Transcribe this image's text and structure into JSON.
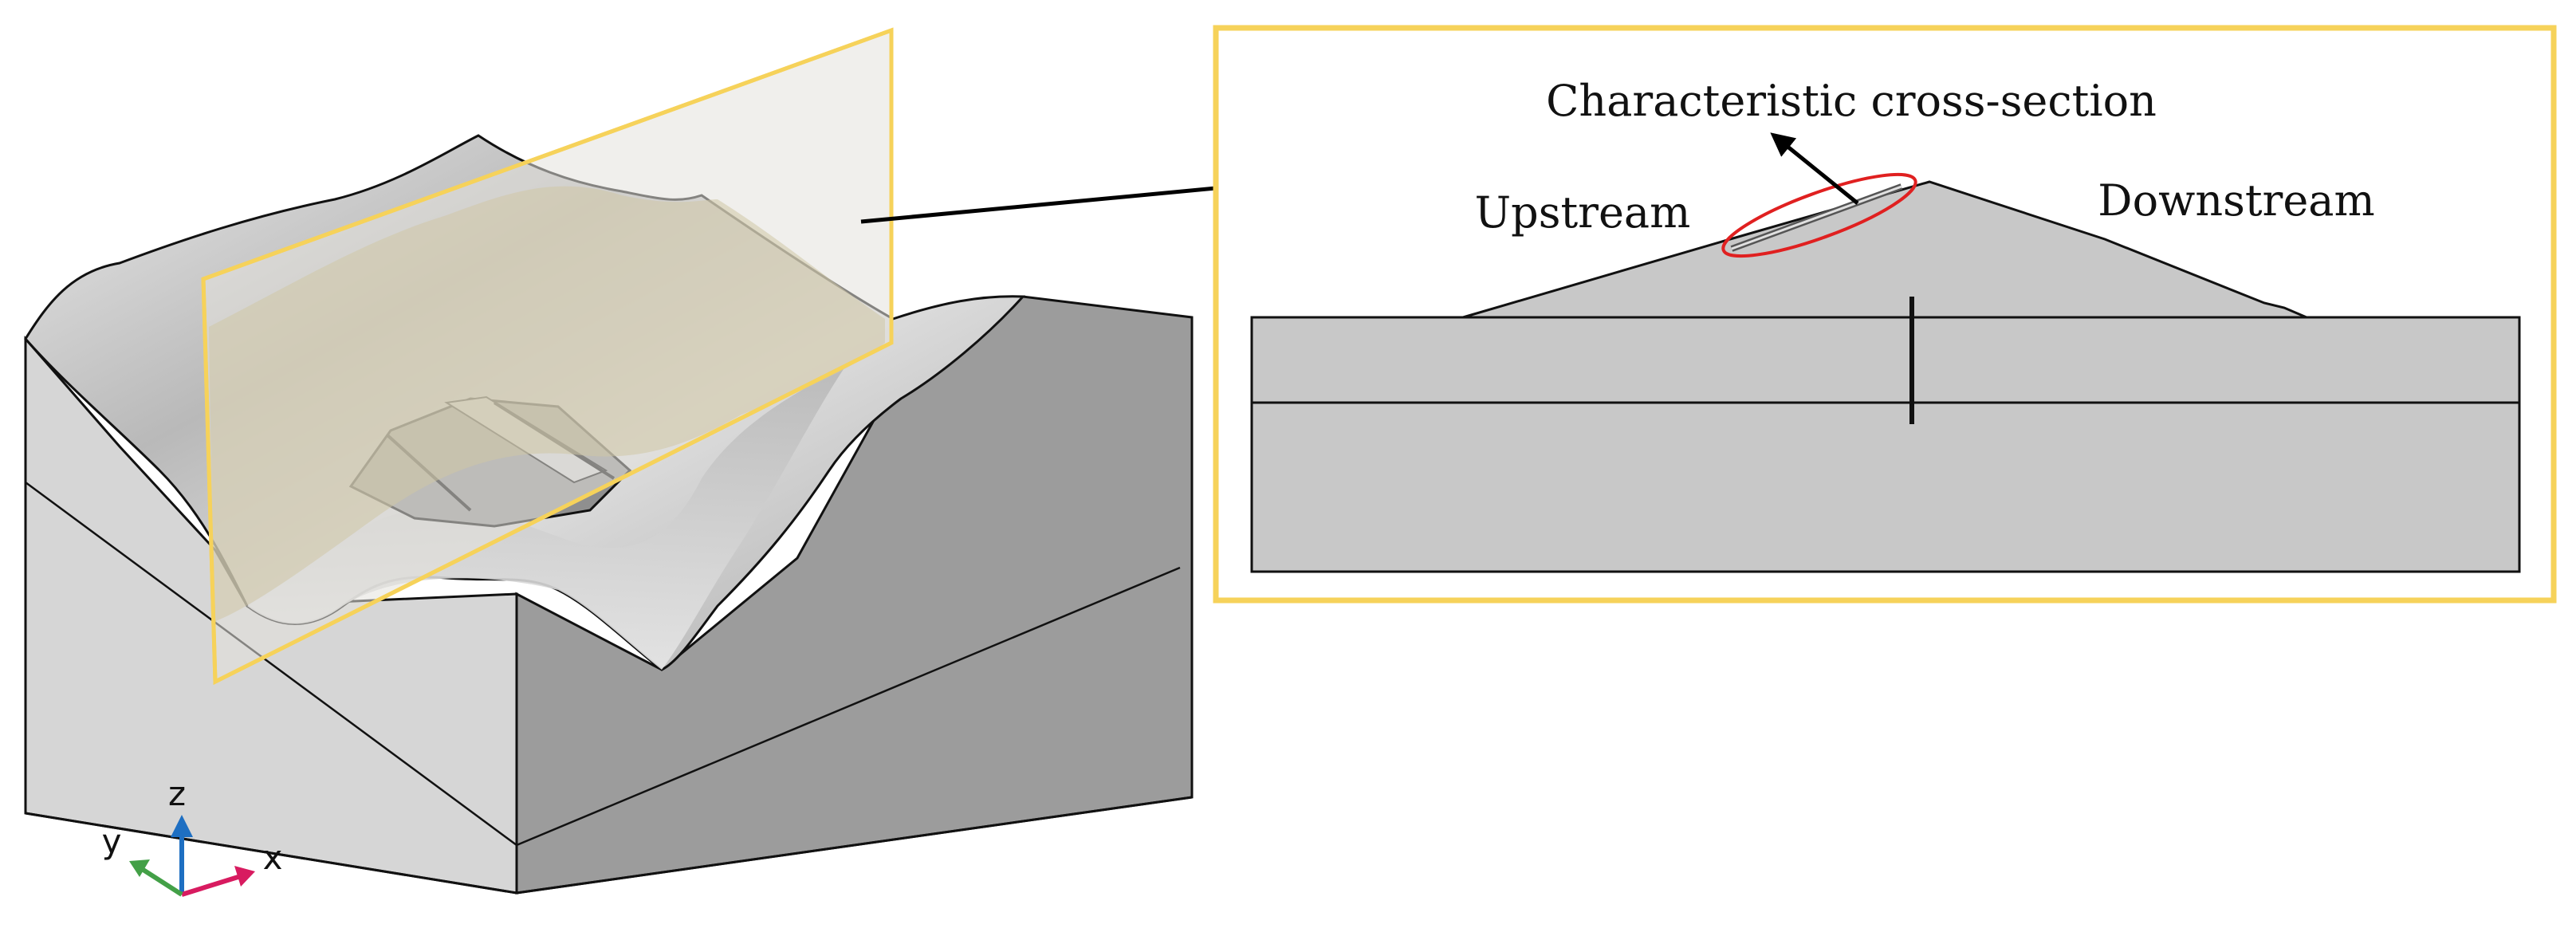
{
  "figure": {
    "section_title": "Characteristic cross-section",
    "upstream_label": "Upstream",
    "downstream_label": "Downstream"
  },
  "axes": {
    "x_label": "x",
    "y_label": "y",
    "z_label": "z"
  },
  "colors": {
    "highlight_frame": "#f6d25a",
    "section_plane": "#e3e1dc",
    "terrain_tint": "#cfc6a6",
    "model_gray": "#c8c8c8",
    "side_dark": "#9a9a9a",
    "ellipse_marker": "#e02020",
    "axis_x": "#d81b60",
    "axis_y": "#43a047",
    "axis_z": "#1e6fc2"
  }
}
